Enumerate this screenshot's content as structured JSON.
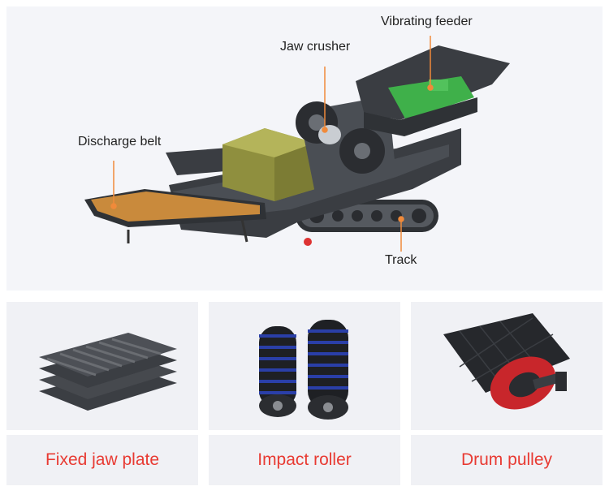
{
  "hero": {
    "labels": {
      "vibrating_feeder": "Vibrating feeder",
      "jaw_crusher": "Jaw crusher",
      "discharge_belt": "Discharge belt",
      "track": "Track"
    },
    "callout_color": "#f08a3a"
  },
  "parts": [
    {
      "caption": "Fixed jaw plate",
      "icon": "jaw-plate-icon"
    },
    {
      "caption": "Impact roller",
      "icon": "impact-roller-icon"
    },
    {
      "caption": "Drum pulley",
      "icon": "drum-pulley-icon"
    }
  ],
  "colors": {
    "caption_text": "#e83a32",
    "machine_frame": "#3a3d42",
    "feeder_green": "#3fb04a",
    "engine_olive": "#9a9a44",
    "belt_orange": "#c98a3c",
    "pulley_red": "#c8262b"
  }
}
